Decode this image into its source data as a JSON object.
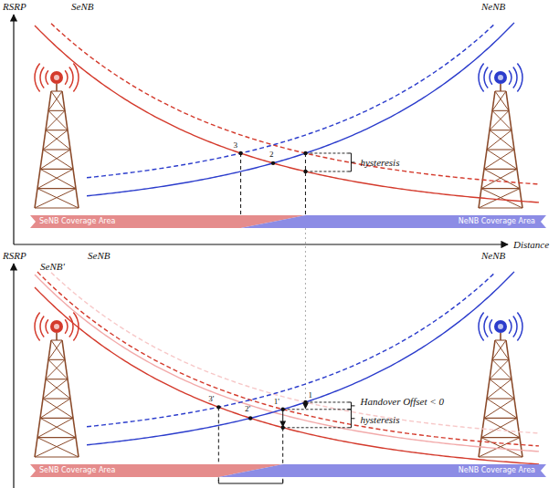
{
  "diagram": {
    "nodes": [
      {
        "text": [
          "SeNB Coverage Area"
        ]
      },
      {
        "text": [
          "NeNB Coverage Area"
        ]
      },
      {
        "text": [
          "SeNB Coverage Area"
        ]
      },
      {
        "text": [
          "NeNB Coverage Area"
        ]
      }
    ],
    "labels": [
      "RSRP",
      "SeNB",
      "NeNB",
      "3",
      "2",
      "hysteresis",
      "Distance",
      "RSRP",
      "SeNB'",
      "SeNB",
      "NeNB",
      "3'",
      "2'",
      "1'",
      "1",
      "Handover Offset < 0",
      "hysteresis"
    ]
  }
}
